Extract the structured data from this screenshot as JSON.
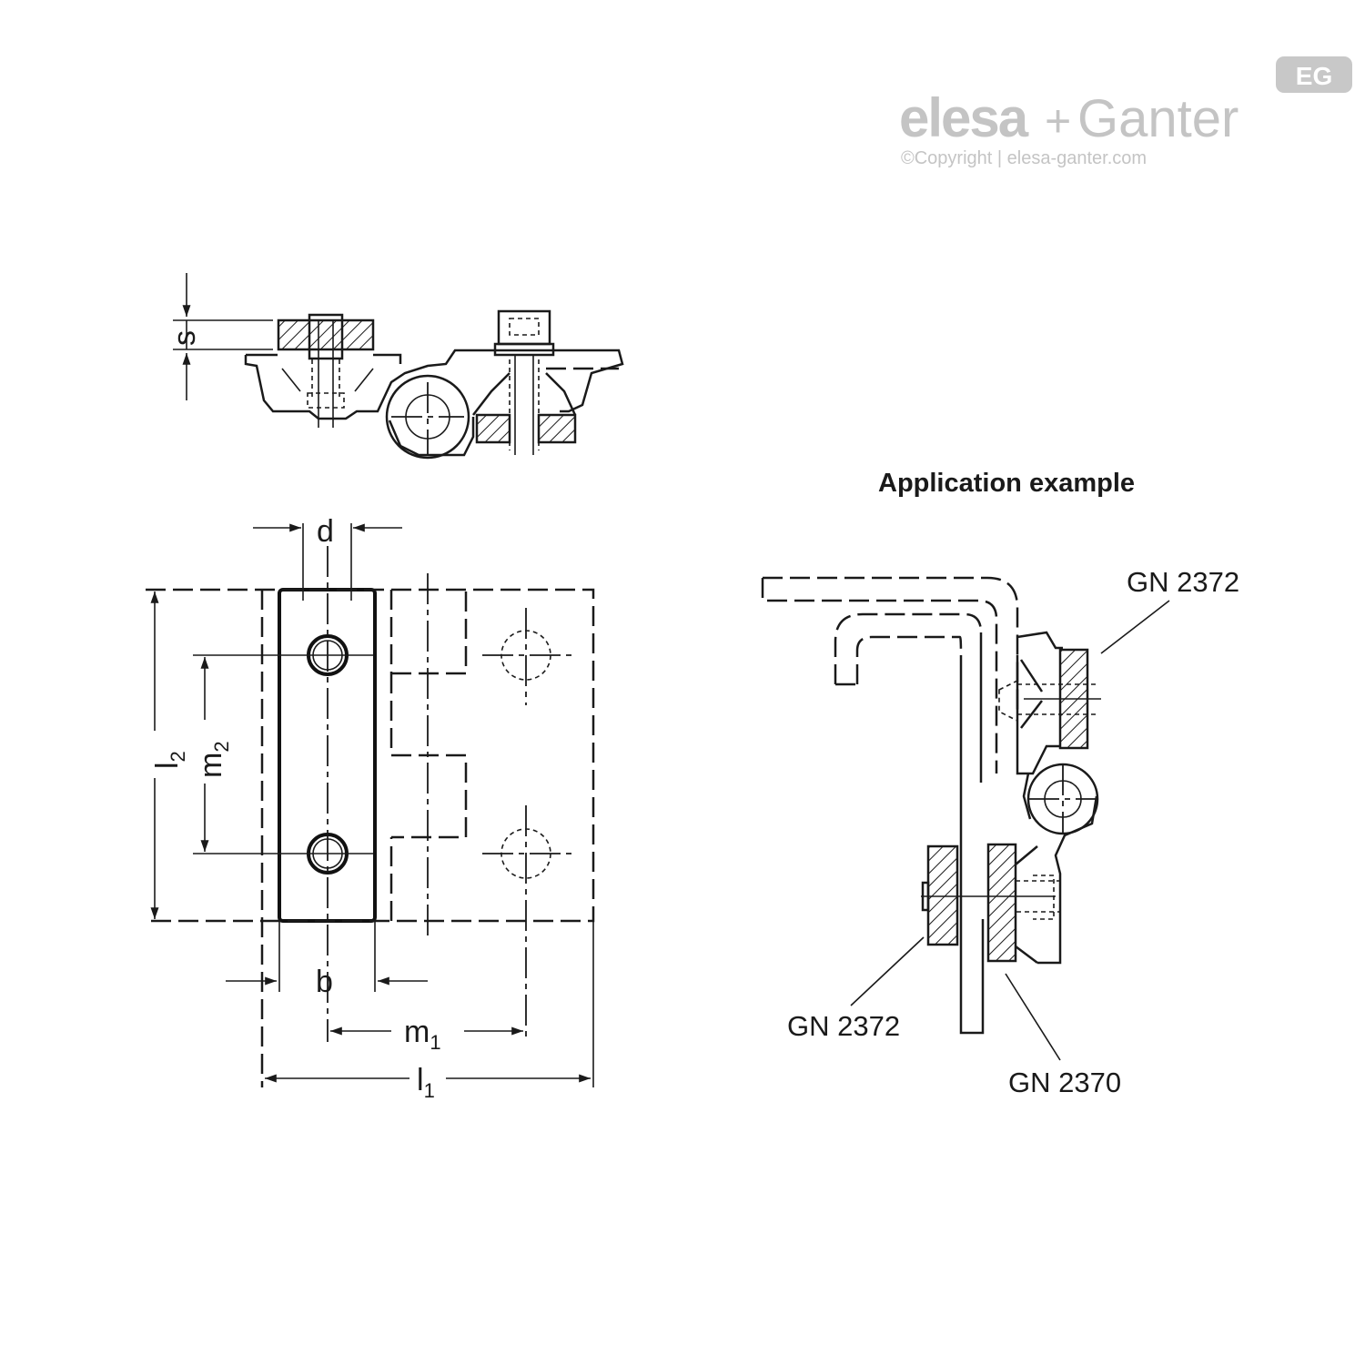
{
  "brand": {
    "logo_left": "elesa",
    "logo_plus": "+",
    "logo_right": "Ganter",
    "badge": "EG",
    "copyright": "©Copyright | elesa-ganter.com"
  },
  "dimensions": {
    "s": "s",
    "d": "d",
    "b": "b",
    "l1_base": "l",
    "l1_sub": "1",
    "l2_base": "l",
    "l2_sub": "2",
    "m1_base": "m",
    "m1_sub": "1",
    "m2_base": "m",
    "m2_sub": "2"
  },
  "application": {
    "title": "Application example",
    "callout_top": "GN 2372",
    "callout_left": "GN 2372",
    "callout_bottom": "GN 2370"
  }
}
